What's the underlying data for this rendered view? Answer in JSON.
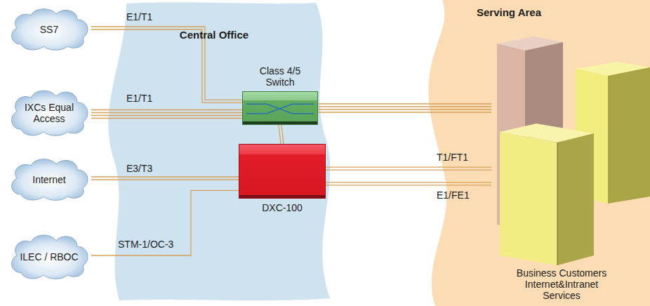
{
  "diagram": {
    "nodes": [
      {
        "text": [
          "SS7"
        ]
      },
      {
        "text": [
          "IXCs Equal Access"
        ]
      },
      {
        "text": [
          "Internet"
        ]
      },
      {
        "text": [
          "ILEC / RBOC"
        ]
      },
      {
        "text": [
          "Central Office"
        ]
      },
      {
        "text": [
          "Class 4/5 Switch"
        ],
        "in": 4
      },
      {
        "text": [
          "DXC-100"
        ],
        "in": 4
      },
      {
        "text": [
          "Serving Area"
        ]
      },
      {
        "text": [
          "Business Customers Internet&Intranet Services"
        ],
        "in": 7
      }
    ],
    "edges": [
      {
        "from": 0,
        "to": 5,
        "label": "E1/T1",
        "arrow": "none"
      },
      {
        "from": 1,
        "to": 5,
        "label": "E1/T1",
        "arrow": "none"
      },
      {
        "from": 2,
        "to": 6,
        "label": "E3/T3",
        "arrow": "none"
      },
      {
        "from": 3,
        "to": 6,
        "label": "STM-1/OC-3",
        "arrow": "none"
      },
      {
        "from": 5,
        "to": 6,
        "arrow": "none"
      },
      {
        "from": 5,
        "to": 8,
        "arrow": "none"
      },
      {
        "from": 6,
        "to": 8,
        "label": "T1/FT1",
        "arrow": "none"
      },
      {
        "from": 6,
        "to": 8,
        "label": "E1/FE1",
        "arrow": "none"
      }
    ]
  }
}
